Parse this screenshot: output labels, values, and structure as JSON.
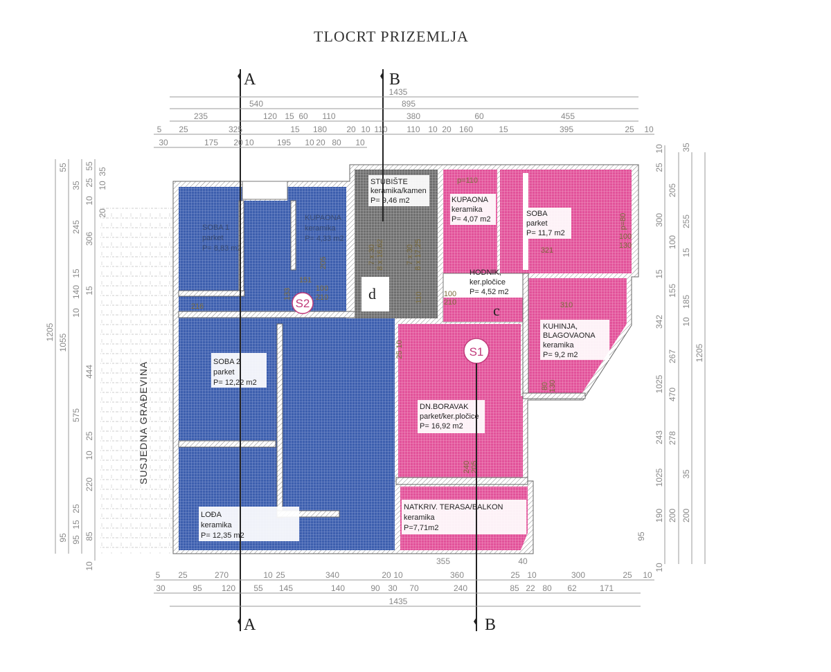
{
  "title": "TLOCRT PRIZEMLJA",
  "neighbor_label": "SUSJEDNA GRAĐEVINA",
  "sections": {
    "a_top": "A",
    "a_bottom": "A",
    "b_top": "B",
    "b_bottom": "B"
  },
  "units": {
    "s1": "S1",
    "s2": "S2"
  },
  "colors": {
    "unit_s1": "#e2529a",
    "unit_s2": "#3d5fae",
    "stairs": "#6f6f6f"
  },
  "rooms": {
    "soba1": {
      "name": "SOBA 1",
      "floor": "parket",
      "area": "P= 8,83 m2"
    },
    "kupaona_s2": {
      "name": "KUPAONA",
      "floor": "keramika",
      "area": "P= 4,33 m2"
    },
    "soba2": {
      "name": "SOBA 2",
      "floor": "parket",
      "area": "P= 12,22 m2"
    },
    "loda": {
      "name": "LOĐA",
      "floor": "keramika",
      "area": "P= 12,35 m2"
    },
    "stubiste": {
      "name": "STUBIŠTE",
      "floor": "keramika/kamen",
      "area": "P= 9,46 m2"
    },
    "kupaona": {
      "name": "KUPAONA",
      "floor": "keramika",
      "area": "P= 4,07 m2"
    },
    "soba": {
      "name": "SOBA",
      "floor": "parket",
      "area": "P= 11,7 m2"
    },
    "hodnik": {
      "name": "HODNIK,",
      "floor": "ker.pločice",
      "area": "P= 4,52 m2"
    },
    "kuhinja": {
      "name": "KUHINJA,",
      "name2": "BLAGOVAONA",
      "floor": "keramika",
      "area": "P= 9,2 m2"
    },
    "boravak": {
      "name": "DN.BORAVAK",
      "floor": "parket/ker.pločice",
      "area": "P= 16,92 m2"
    },
    "terasa": {
      "name": "NATKRIV. TERASA/BALKON",
      "floor": "keramika",
      "area": "P=7,71m2"
    }
  },
  "markers": {
    "d": "d",
    "c": "c"
  },
  "door_marks": [
    "100",
    "210",
    "151",
    "216",
    "133",
    "205",
    "100",
    "210",
    "100",
    "130",
    "p=80",
    "p=110",
    "80",
    "130",
    "240",
    "205",
    "310",
    "321",
    "110",
    "7 x 30",
    "8 x 16,62",
    "7 x 30",
    "8 x 17,25",
    "25 10"
  ],
  "dimensions": {
    "top": [
      [
        "1435"
      ],
      [
        "540",
        "895"
      ],
      [
        "235",
        "120",
        "15",
        "60",
        "110",
        "380",
        "60",
        "455"
      ],
      [
        "5",
        "25",
        "325",
        "15",
        "180",
        "20",
        "10",
        "110",
        "110",
        "10",
        "20",
        "160",
        "15",
        "395",
        "25",
        "10"
      ],
      [
        "30",
        "175",
        "20",
        "10",
        "195",
        "10",
        "20",
        "80",
        "10"
      ]
    ],
    "bottom": [
      [
        "5",
        "25",
        "270",
        "10",
        "25",
        "340",
        "20",
        "10",
        "360",
        "25",
        "10",
        "300",
        "25",
        "10"
      ],
      [
        "30",
        "95",
        "120",
        "55",
        "145",
        "140",
        "90",
        "30",
        "70",
        "240",
        "85",
        "22",
        "80",
        "62",
        "171"
      ],
      [
        "1435"
      ],
      [
        "355",
        "40"
      ]
    ],
    "left": [
      [
        "1205"
      ],
      [
        "55",
        "1055",
        "95"
      ],
      [
        "35",
        "245",
        "15",
        "140",
        "10",
        "575",
        "25",
        "15",
        "95"
      ],
      [
        "55",
        "25",
        "10",
        "306",
        "15",
        "444",
        "10",
        "25",
        "220",
        "85",
        "10"
      ],
      [
        "35",
        "10",
        "20"
      ]
    ],
    "right": [
      [
        "10",
        "25",
        "300",
        "15",
        "342",
        "1025",
        "243",
        "1025",
        "190",
        "10"
      ],
      [
        "205",
        "100",
        "155",
        "267",
        "470",
        "278",
        "200"
      ],
      [
        "35",
        "255",
        "15",
        "185",
        "10",
        "35",
        "200"
      ],
      [
        "1205"
      ],
      [
        "95"
      ]
    ]
  }
}
